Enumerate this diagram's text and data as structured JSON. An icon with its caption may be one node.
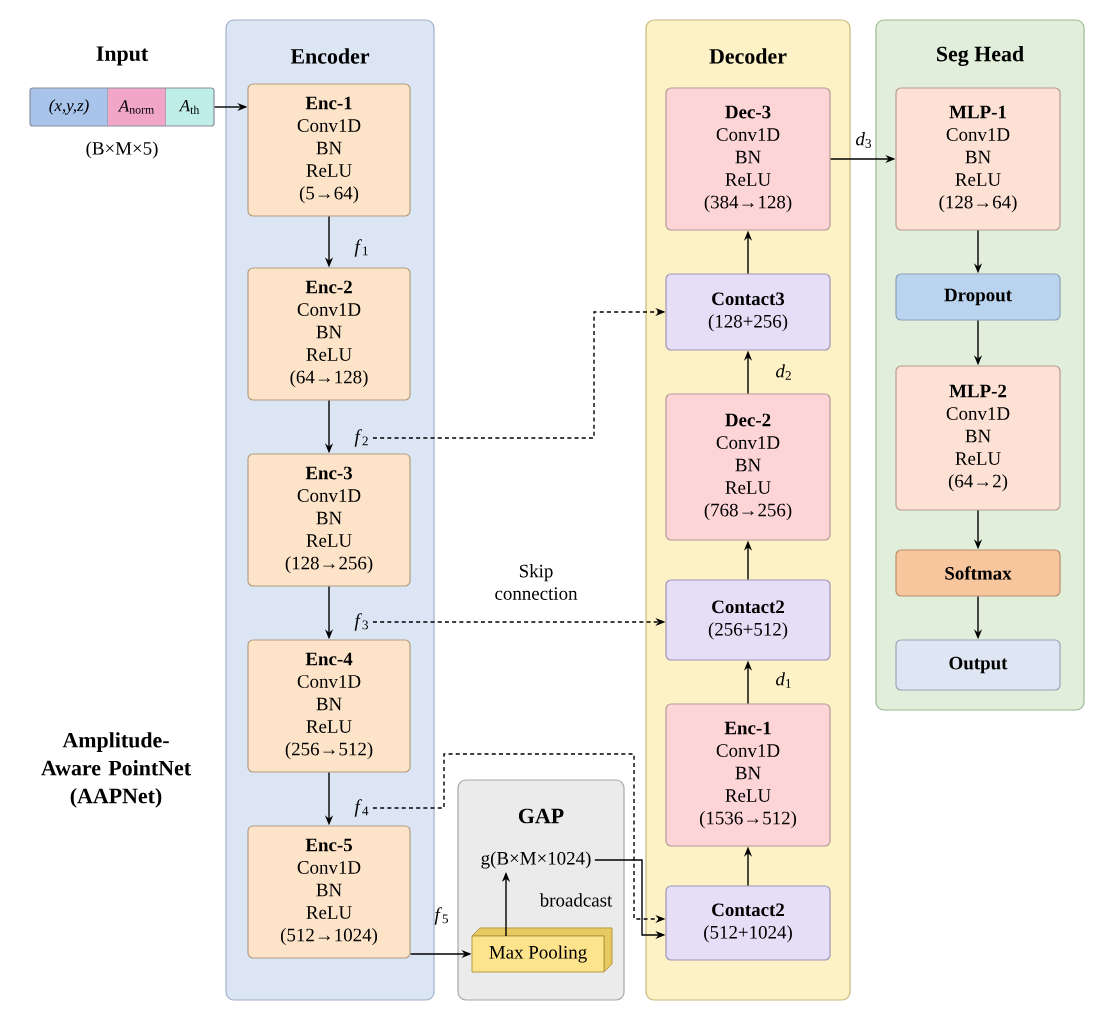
{
  "diagram": {
    "nodes": [
      {
        "text": [
          "Input",
          "(x,y,z)",
          "*A*$_{norm}$",
          "*A*$_{th}$"
        ],
        "beside": [
          "(B×M×5)"
        ]
      },
      {
        "text": [
          "Encoder"
        ]
      },
      {
        "text": [
          "Enc-1",
          "Conv1D",
          "BN",
          "ReLU",
          "(5→64)"
        ],
        "in": 1
      },
      {
        "text": [
          "Enc-2",
          "Conv1D",
          "BN",
          "ReLU",
          "(64→128)"
        ],
        "in": 1
      },
      {
        "text": [
          "Enc-3",
          "Conv1D",
          "BN",
          "ReLU",
          "(128→256)"
        ],
        "in": 1
      },
      {
        "text": [
          "Enc-4",
          "Conv1D",
          "BN",
          "ReLU",
          "(256→512)"
        ],
        "in": 1
      },
      {
        "text": [
          "Enc-5",
          "Conv1D",
          "BN",
          "ReLU",
          "(512→1024)"
        ],
        "in": 1
      },
      {
        "text": [
          "*f*$_{2}$"
        ],
        "in": 1
      },
      {
        "text": [
          "*f*$_{3}$"
        ],
        "in": 1
      },
      {
        "text": [
          "*f*$_{4}$"
        ],
        "in": 1
      },
      {
        "text": [
          "GAP"
        ]
      },
      {
        "text": [
          "Max Pooling"
        ],
        "in": 10
      },
      {
        "text": [
          "g(B×M×1024)"
        ],
        "in": 10
      },
      {
        "text": [
          "Decoder"
        ]
      },
      {
        "text": [
          "Dec-3",
          "Conv1D",
          "BN",
          "ReLU",
          "(384→128)"
        ],
        "in": 13
      },
      {
        "text": [
          "Contact3",
          "(128+256)"
        ],
        "in": 13
      },
      {
        "text": [
          "Dec-2",
          "Conv1D",
          "BN",
          "ReLU",
          "(768→256)"
        ],
        "in": 13
      },
      {
        "text": [
          "Contact2",
          "(256+512)"
        ],
        "in": 13
      },
      {
        "text": [
          "Enc-1",
          "Conv1D",
          "BN",
          "ReLU",
          "(1536→512)"
        ],
        "in": 13
      },
      {
        "text": [
          "Contact2",
          "(512+1024)"
        ],
        "in": 13
      },
      {
        "text": [
          "Seg Head"
        ]
      },
      {
        "text": [
          "MLP-1",
          "Conv1D",
          "BN",
          "ReLU",
          "(128→64)"
        ],
        "in": 20
      },
      {
        "text": [
          "Dropout"
        ],
        "in": 20
      },
      {
        "text": [
          "MLP-2",
          "Conv1D",
          "BN",
          "ReLU",
          "(64→2)"
        ],
        "in": 20
      },
      {
        "text": [
          "Softmax"
        ],
        "in": 20
      },
      {
        "text": [
          "Output"
        ],
        "in": 20
      }
    ],
    "edges": [
      {
        "from": 0,
        "to": 2,
        "arrow": "to"
      },
      {
        "from": 2,
        "to": 3,
        "arrow": "to",
        "label": "*f*$_{1}$"
      },
      {
        "from": 3,
        "to": 4,
        "arrow": "to"
      },
      {
        "from": 4,
        "to": 5,
        "arrow": "to"
      },
      {
        "from": 5,
        "to": 6,
        "arrow": "to"
      },
      {
        "from": 6,
        "to": 11,
        "arrow": "to",
        "label": "*f*$_{5}$"
      },
      {
        "from": 11,
        "to": 12,
        "arrow": "to",
        "label": "broadcast"
      },
      {
        "from": 12,
        "to": 19,
        "arrow": "to"
      },
      {
        "from": 7,
        "to": 15,
        "arrow": "to",
        "style": "dashed"
      },
      {
        "from": 8,
        "to": 17,
        "arrow": "to",
        "style": "dashed",
        "label": "Skip connection"
      },
      {
        "from": 9,
        "to": 19,
        "arrow": "to",
        "style": "dashed"
      },
      {
        "from": 19,
        "to": 18,
        "arrow": "to"
      },
      {
        "from": 18,
        "to": 17,
        "arrow": "to",
        "label": "*d*$_{1}$"
      },
      {
        "from": 17,
        "to": 16,
        "arrow": "to"
      },
      {
        "from": 16,
        "to": 15,
        "arrow": "to",
        "label": "*d*$_{2}$"
      },
      {
        "from": 15,
        "to": 14,
        "arrow": "to"
      },
      {
        "from": 14,
        "to": 21,
        "arrow": "to",
        "label": "*d*$_{3}$"
      },
      {
        "from": 21,
        "to": 22,
        "arrow": "to"
      },
      {
        "from": 22,
        "to": 23,
        "arrow": "to"
      },
      {
        "from": 23,
        "to": 24,
        "arrow": "to"
      },
      {
        "from": 24,
        "to": 25,
        "arrow": "to"
      }
    ],
    "labels": [
      "Amplitude-Aware PointNet (AAPNet)"
    ]
  }
}
